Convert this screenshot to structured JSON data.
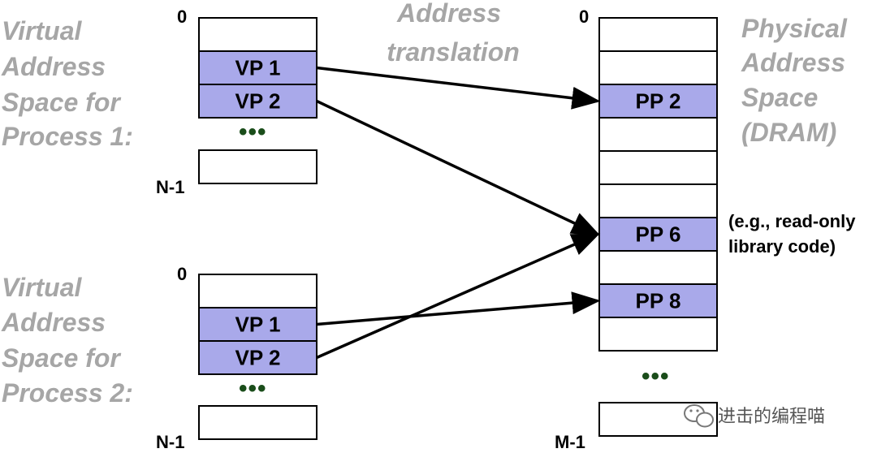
{
  "labels": {
    "vas1": [
      "Virtual",
      "Address",
      "Space for",
      "Process 1:"
    ],
    "vas2": [
      "Virtual",
      "Address",
      "Space for",
      "Process 2:"
    ],
    "translation": [
      "Address",
      "translation"
    ],
    "pas": [
      "Physical",
      "Address",
      "Space",
      "(DRAM)"
    ]
  },
  "indices": {
    "vas1_top": "0",
    "vas1_bottom": "N-1",
    "vas2_top": "0",
    "vas2_bottom": "N-1",
    "pas_top": "0",
    "pas_bottom": "M-1"
  },
  "ellipsis": "•••",
  "vas1_pages": [
    {
      "text": "",
      "mapped": false
    },
    {
      "text": "VP 1",
      "mapped": true
    },
    {
      "text": "VP 2",
      "mapped": true
    }
  ],
  "vas1_last": {
    "text": "",
    "mapped": false
  },
  "vas2_pages": [
    {
      "text": "",
      "mapped": false
    },
    {
      "text": "VP 1",
      "mapped": true
    },
    {
      "text": "VP 2",
      "mapped": true
    }
  ],
  "vas2_last": {
    "text": "",
    "mapped": false
  },
  "pas_pages": [
    {
      "text": "",
      "mapped": false
    },
    {
      "text": "",
      "mapped": false
    },
    {
      "text": "PP 2",
      "mapped": true
    },
    {
      "text": "",
      "mapped": false
    },
    {
      "text": "",
      "mapped": false
    },
    {
      "text": "",
      "mapped": false
    },
    {
      "text": "PP 6",
      "mapped": true
    },
    {
      "text": "",
      "mapped": false
    },
    {
      "text": "PP 8",
      "mapped": true
    },
    {
      "text": "",
      "mapped": false
    }
  ],
  "pas_last": {
    "text": "",
    "mapped": false
  },
  "note": [
    "(e.g., read-only",
    "library code)"
  ],
  "mappings": [
    {
      "from_space": "vas1",
      "from_page": 1,
      "to_page": 2
    },
    {
      "from_space": "vas1",
      "from_page": 2,
      "to_page": 6
    },
    {
      "from_space": "vas2",
      "from_page": 1,
      "to_page": 8
    },
    {
      "from_space": "vas2",
      "from_page": 2,
      "to_page": 6
    }
  ],
  "colors": {
    "mapped_fill": "#a9a9ea",
    "label_gray": "#a6a6a6",
    "dots_green": "#1a4d1a"
  },
  "watermark": "进击的编程喵"
}
